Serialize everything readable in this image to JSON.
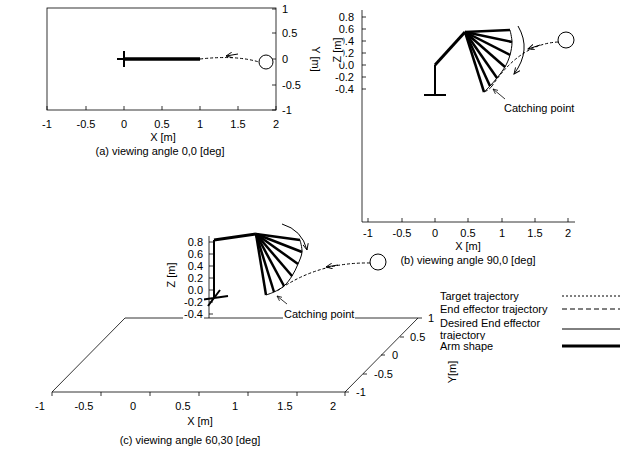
{
  "diagram": {
    "labels": [
      "-1",
      "-0.5",
      "0",
      "0.5",
      "1",
      "1.5",
      "2",
      "X [m]",
      "1",
      "0.5",
      "0",
      "-0.5",
      "-1",
      "Y [m]",
      "(a)  viewing angle 0,0 [deg]",
      "0.8",
      "0.6",
      "0.4",
      "0.2",
      "0.0",
      "-0.2",
      "-0.4",
      "Z [m]",
      "-1",
      "-0.5",
      "0",
      "0.5",
      "1",
      "1.5",
      "2",
      "X [m]",
      "Catching point",
      "(b)  viewing angle 90,0 [deg]",
      "0.8",
      "0.6",
      "0.4",
      "0.2",
      "0.0",
      "-0.2",
      "-0.4",
      "Z [m]",
      "-1",
      "-0.5",
      "0",
      "0.5",
      "1",
      "1.5",
      "2",
      "X [m]",
      "-1",
      "-0.5",
      "0",
      "0.5",
      "1",
      "Y[m]",
      "Catching point",
      "(c)  viewing angle 60,30 [deg]"
    ],
    "legend": [
      {
        "text": "Target trajectory"
      },
      {
        "text": "End effector trajectory"
      },
      {
        "text": "Desired End effector trajectory"
      },
      {
        "text": "Arm shape"
      }
    ]
  }
}
